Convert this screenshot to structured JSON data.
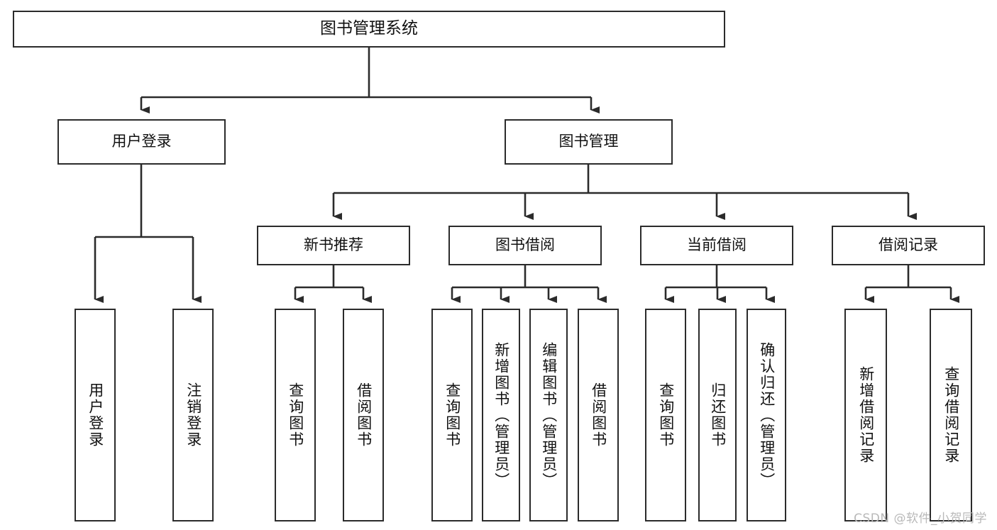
{
  "diagram": {
    "title": "图书管理系统",
    "type": "tree-hierarchy",
    "watermark": "CSDN @软件_小贺同学",
    "colors": {
      "stroke": "#2b2b2b",
      "fill": "#ffffff",
      "text": "#111111",
      "watermark": "#b9b9b9"
    }
  },
  "nodes": {
    "root": {
      "label": "图书管理系统"
    },
    "level2": [
      {
        "id": "user-login",
        "label": "用户登录"
      },
      {
        "id": "book-manage",
        "label": "图书管理"
      }
    ],
    "level3": [
      {
        "id": "new-book-rec",
        "label": "新书推荐"
      },
      {
        "id": "book-borrow",
        "label": "图书借阅"
      },
      {
        "id": "current-borrow",
        "label": "当前借阅"
      },
      {
        "id": "borrow-record",
        "label": "借阅记录"
      }
    ],
    "leaves": {
      "user-login": [
        {
          "id": "leaf-user-login",
          "label": "用户登录"
        },
        {
          "id": "leaf-user-logout",
          "label": "注销登录"
        }
      ],
      "new-book-rec": [
        {
          "id": "leaf-query-book-1",
          "label": "查询图书"
        },
        {
          "id": "leaf-borrow-book-1",
          "label": "借阅图书"
        }
      ],
      "book-borrow": [
        {
          "id": "leaf-query-book-2",
          "label": "查询图书"
        },
        {
          "id": "leaf-add-book",
          "label": "新增图书（管理员）"
        },
        {
          "id": "leaf-edit-book",
          "label": "编辑图书（管理员）"
        },
        {
          "id": "leaf-borrow-book-2",
          "label": "借阅图书"
        }
      ],
      "current-borrow": [
        {
          "id": "leaf-query-book-3",
          "label": "查询图书"
        },
        {
          "id": "leaf-return-book",
          "label": "归还图书"
        },
        {
          "id": "leaf-confirm-return",
          "label": "确认归还（管理员）"
        }
      ],
      "borrow-record": [
        {
          "id": "leaf-add-record",
          "label": "新增借阅记录"
        },
        {
          "id": "leaf-query-record",
          "label": "查询借阅记录"
        }
      ]
    }
  }
}
